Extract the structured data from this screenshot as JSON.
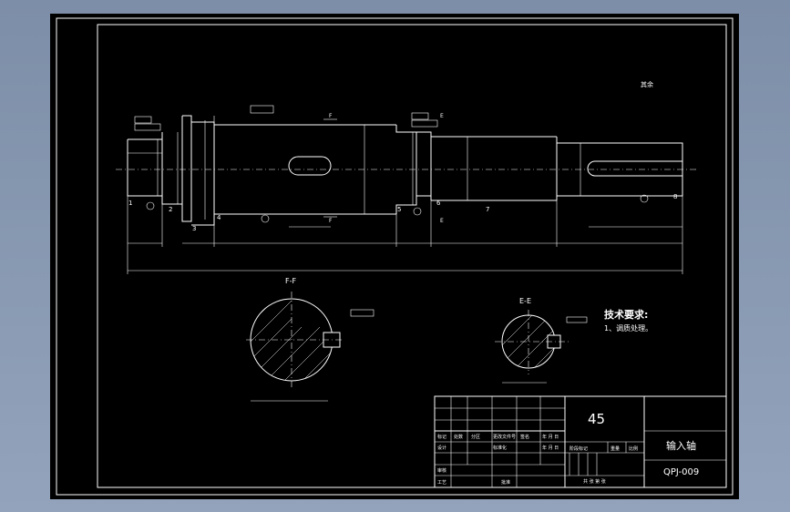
{
  "drawing": {
    "roughness_note": "其余",
    "section_f": "F-F",
    "section_e": "E-E",
    "section_marks": [
      "F",
      "F",
      "E",
      "E"
    ],
    "part_numbers": [
      "1",
      "2",
      "3",
      "4",
      "5",
      "6",
      "7",
      "8"
    ],
    "tech_title": "技术要求:",
    "tech_item": "1、调质处理。"
  },
  "title_block": {
    "material": "45",
    "part_name": "输入轴",
    "drawing_no": "QPJ-009",
    "rows": [
      {
        "label": "标记",
        "c2": "处数",
        "c3": "分区",
        "c4": "更改文件号",
        "c5": "签名",
        "c6": "年 月 日"
      },
      {
        "label": "设计",
        "c2": "",
        "c3": "",
        "c4": "标准化",
        "c5": "",
        "c6": "年 月 日"
      },
      {
        "label": "审核",
        "c2": "",
        "c3": "",
        "c4": "",
        "c5": "",
        "c6": ""
      },
      {
        "label": "工艺",
        "c2": "",
        "c3": "",
        "c4": "批准",
        "c5": "",
        "c6": ""
      }
    ],
    "stage_headers": [
      "阶段标记",
      "重量",
      "比例"
    ],
    "sheet_text": "共 张 第 张"
  }
}
